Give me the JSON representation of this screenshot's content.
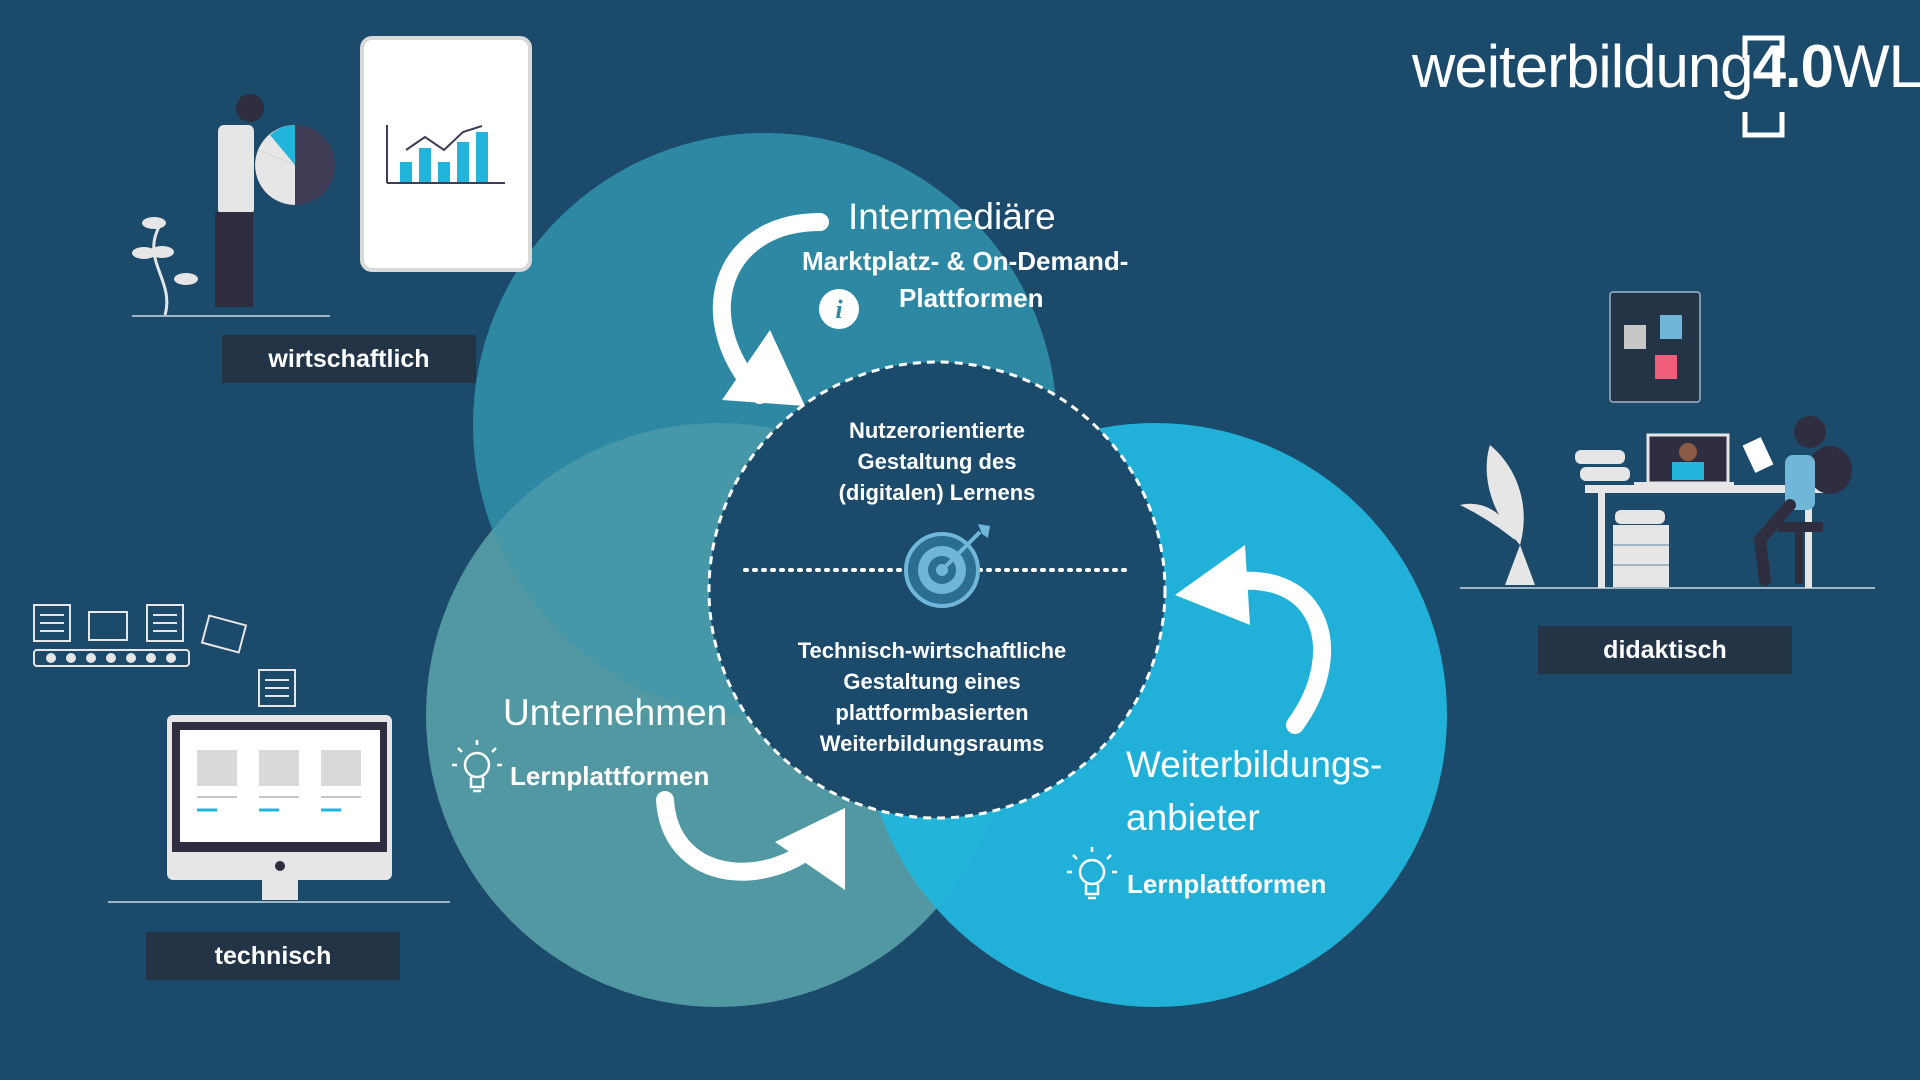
{
  "logo": {
    "part1": "weiterbildung",
    "part2": "4.0",
    "part3": "WL"
  },
  "circles": {
    "intermediaere": {
      "title": "Intermediäre",
      "subtitle_line1": "Marktplatz- &  On-Demand-",
      "subtitle_line2": "Plattformen",
      "icon": "info-icon"
    },
    "unternehmen": {
      "title": "Unternehmen",
      "subtitle": "Lernplattformen",
      "icon": "lightbulb-icon"
    },
    "weiterbildungsanbieter": {
      "title_line1": "Weiterbildungs-",
      "title_line2": "anbieter",
      "subtitle": "Lernplattformen",
      "icon": "lightbulb-icon"
    }
  },
  "center": {
    "top_line1": "Nutzerorientierte",
    "top_line2": "Gestaltung des",
    "top_line3": "(digitalen) Lernens",
    "bottom_line1": "Technisch-wirtschaftliche",
    "bottom_line2": "Gestaltung eines",
    "bottom_line3": "plattformbasierten",
    "bottom_line4": "Weiterbildungsraums",
    "icon": "target-arrow-icon"
  },
  "labels": {
    "wirtschaftlich": "wirtschaftlich",
    "didaktisch": "didaktisch",
    "technisch": "technisch"
  },
  "colors": {
    "background": "#1b4a6b",
    "circle_top": "#2e8aa6",
    "circle_left": "#4f98a1",
    "circle_right": "#22b5dc",
    "center_fill": "#1b4a6b",
    "label_bg": "#243447"
  }
}
